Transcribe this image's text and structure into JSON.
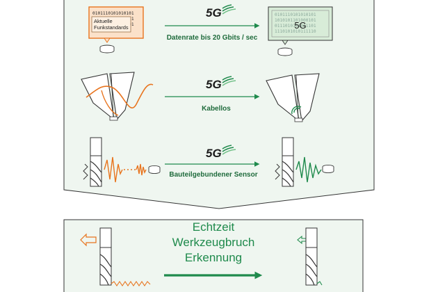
{
  "rows": [
    {
      "label": "Datenrate bis 20 Gbits / sec",
      "badge": "5G"
    },
    {
      "label": "Kabellos",
      "badge": "5G"
    },
    {
      "label": "Bauteilgebundener Sensor",
      "badge": "5G"
    }
  ],
  "old_standard": {
    "bits": [
      "0101110101010101",
      "0101110110101011",
      "0111010100101101"
    ],
    "title_line1": "Aktuelle",
    "title_line2": "Funkstandards"
  },
  "new_standard": {
    "bits": [
      "0101110101010101",
      "1010101101000101",
      "0111010101011101",
      "1110101010111110"
    ],
    "screen_label": "5G"
  },
  "result": {
    "lines": [
      "Echtzeit",
      "Werkzeugbruch",
      "Erkennung"
    ]
  },
  "colors": {
    "panel_fill": "#eff6f0",
    "panel_stroke": "#333333",
    "green": "#1f8a4c",
    "green_light": "#6fbf86",
    "orange": "#e8741e",
    "orange_fill": "#fbe1c9",
    "screen_fill": "#d8ecd8"
  }
}
